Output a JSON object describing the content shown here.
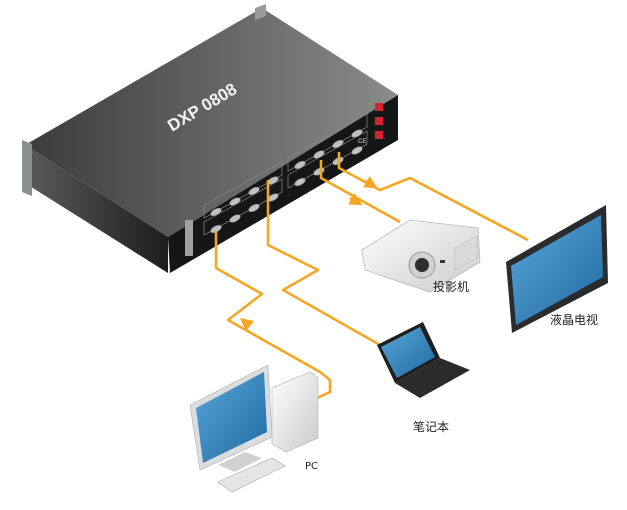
{
  "diagram": {
    "device": {
      "model": "DXP 0808",
      "ce_mark": "CE",
      "input_ports": 8,
      "output_ports": 8
    },
    "nodes": {
      "projector": {
        "label": "投影机",
        "direction": "output"
      },
      "lcd_tv": {
        "label": "液晶电视",
        "direction": "output"
      },
      "laptop": {
        "label": "笔记本",
        "direction": "input"
      },
      "pc": {
        "label": "PC",
        "direction": "input"
      }
    },
    "colors": {
      "cable": "#f5a623",
      "chassis_top_light": "#7d7f7d",
      "chassis_top_dark": "#3a3c3b",
      "screen_blue": "#2f7fb8"
    }
  }
}
